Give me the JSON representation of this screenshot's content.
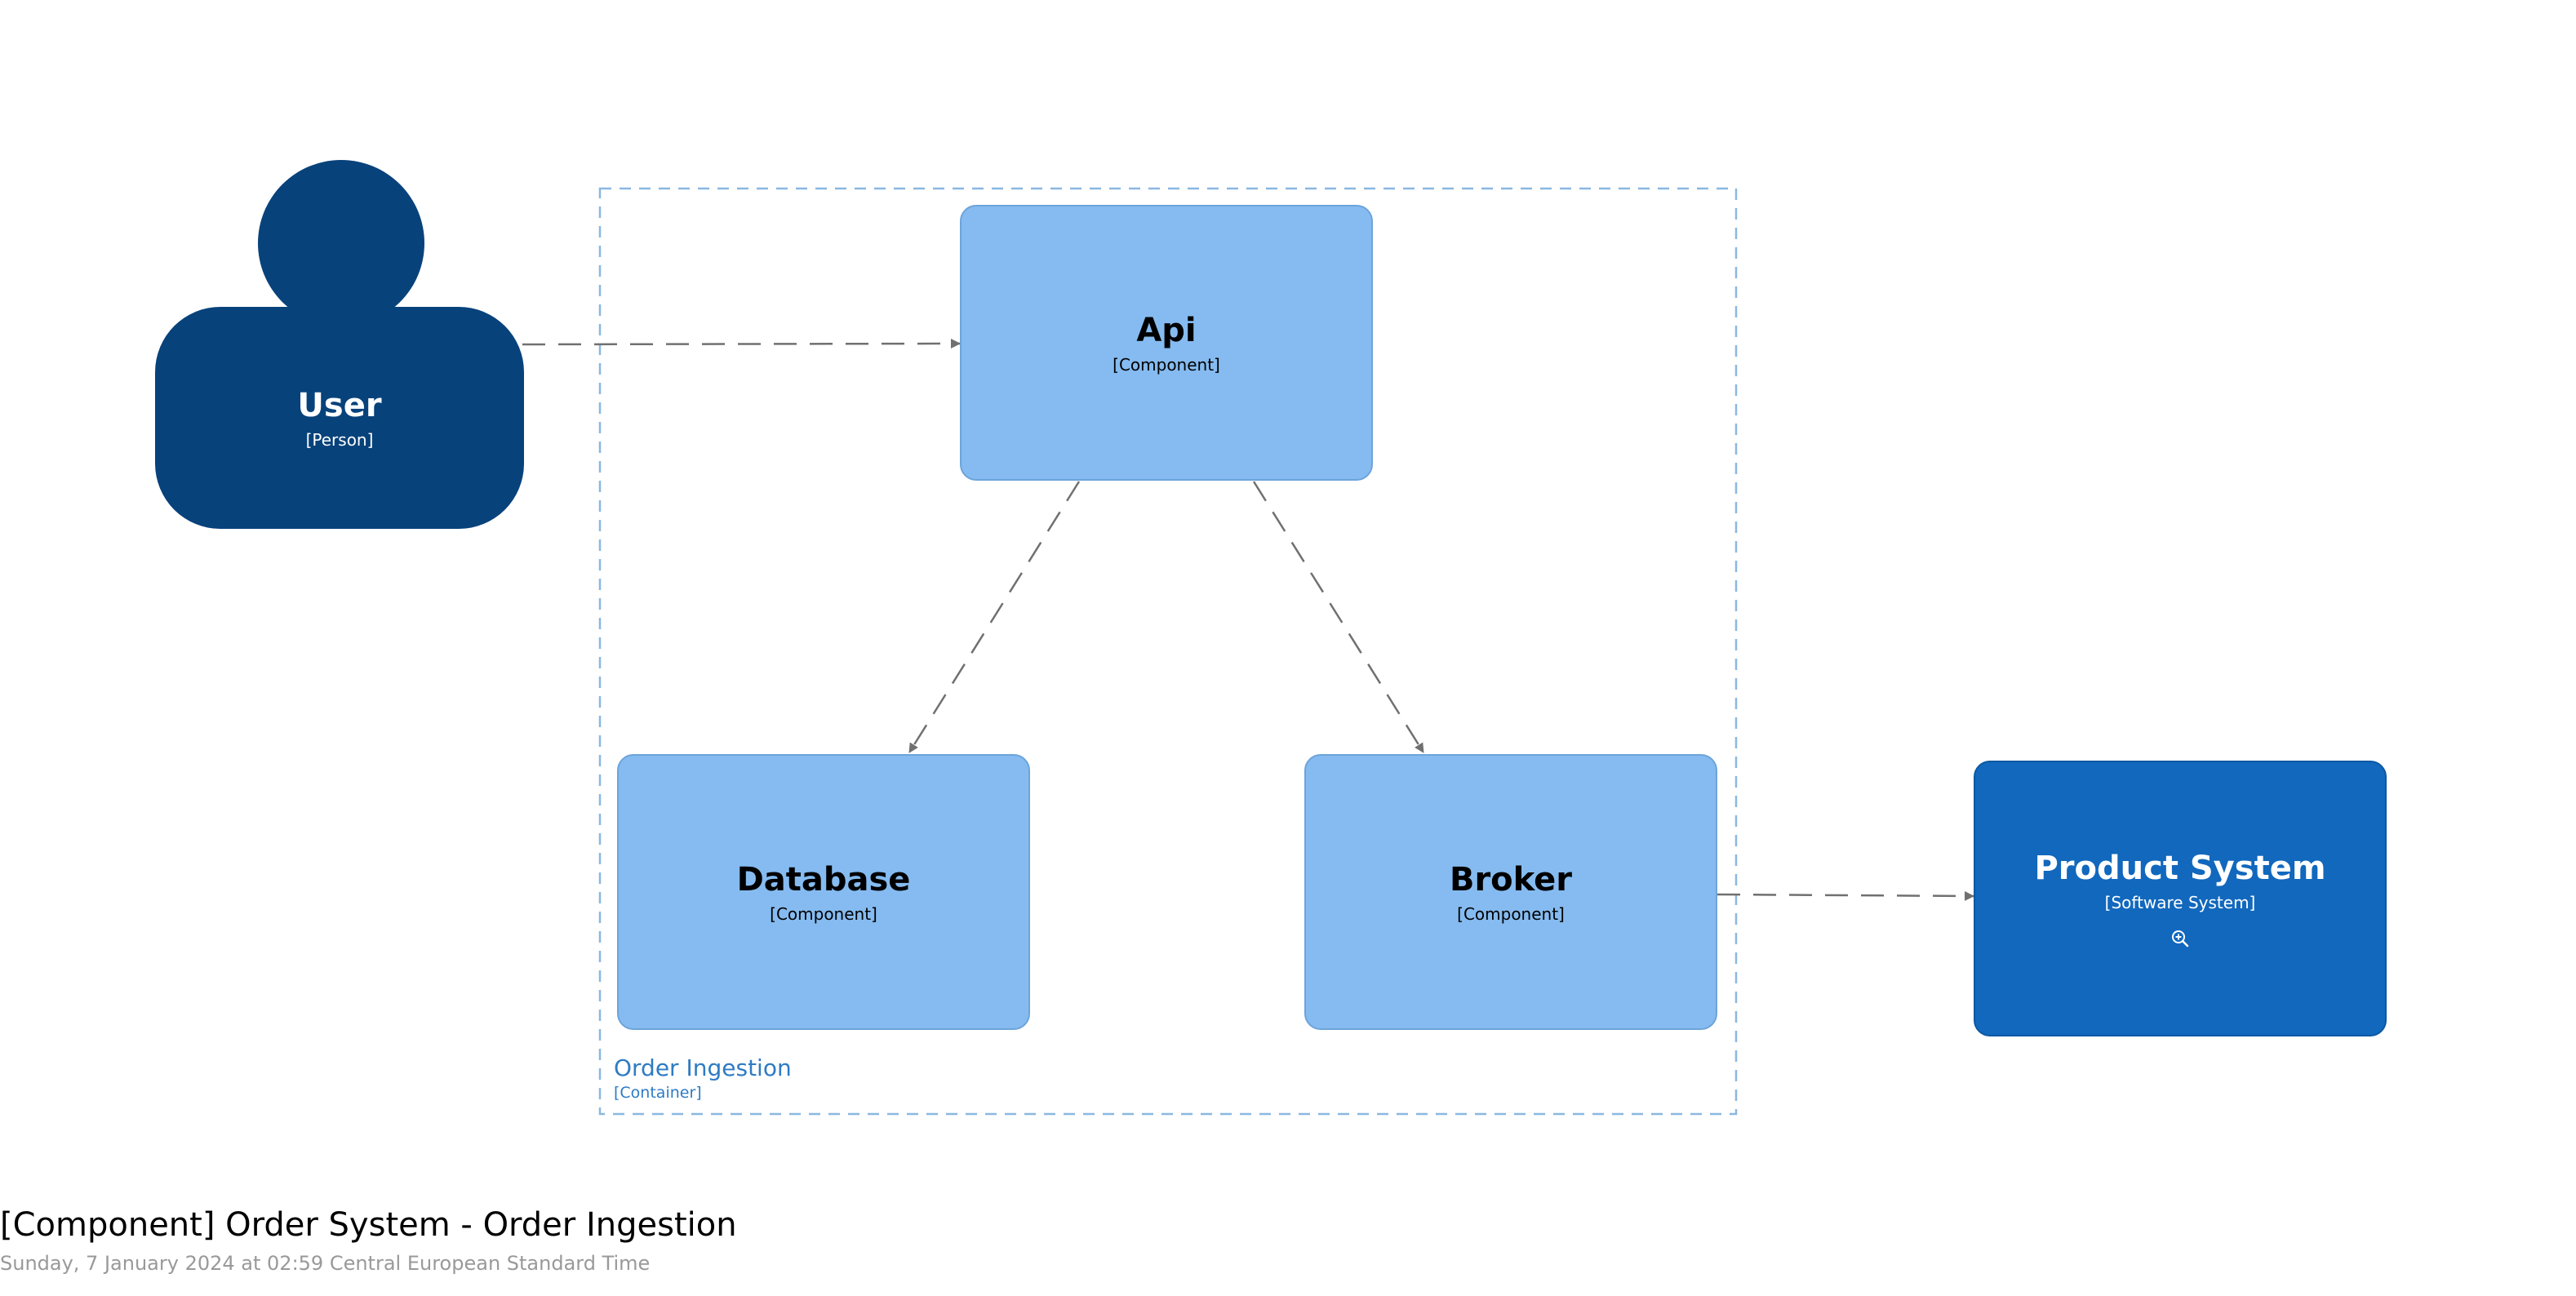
{
  "diagram": {
    "title": "[Component] Order System - Order Ingestion",
    "subtitle": "Sunday, 7 January 2024 at 02:59 Central European Standard Time"
  },
  "boundary": {
    "name": "Order Ingestion",
    "type": "[Container]"
  },
  "elements": {
    "user": {
      "name": "User",
      "type": "[Person]"
    },
    "api": {
      "name": "Api",
      "type": "[Component]"
    },
    "database": {
      "name": "Database",
      "type": "[Component]"
    },
    "broker": {
      "name": "Broker",
      "type": "[Component]"
    },
    "product_system": {
      "name": "Product System",
      "type": "[Software System]",
      "icon": "zoom-in-icon"
    }
  },
  "relationships": [
    {
      "from": "User",
      "to": "Api"
    },
    {
      "from": "Api",
      "to": "Database"
    },
    {
      "from": "Api",
      "to": "Broker"
    },
    {
      "from": "Broker",
      "to": "Product System"
    }
  ],
  "colors": {
    "person": "#08427b",
    "component": "#85bbf0",
    "software_system": "#1168bd",
    "boundary": "#89b8e0",
    "boundary_label": "#2e7bc4",
    "relationship": "#707070",
    "subtitle": "#999999"
  }
}
